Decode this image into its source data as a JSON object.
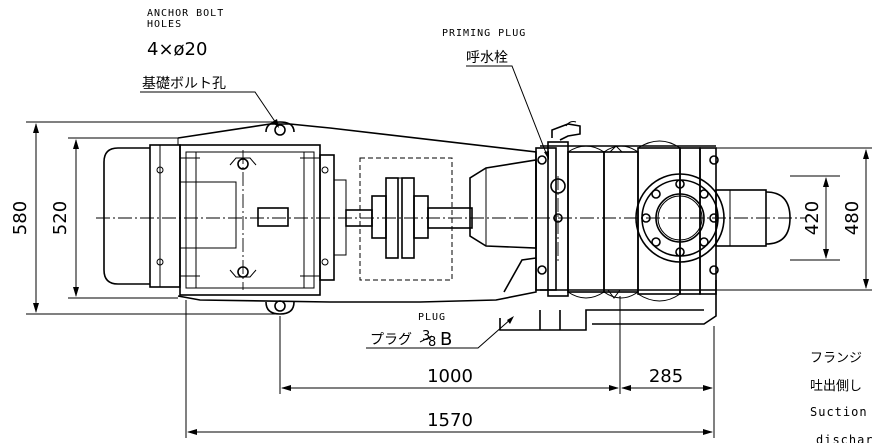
{
  "labels": {
    "anchor_bolt_en_line1": "ANCHOR BOLT",
    "anchor_bolt_en_line2": "HOLES",
    "anchor_bolt_spec": "4×ø20",
    "anchor_bolt_jp": "基礎ボルト孔",
    "priming_plug_en": "PRIMING PLUG",
    "priming_plug_jp": "呼水栓",
    "plug_en": "PLUG",
    "plug_jp": "プラグ",
    "plug_size_num": "3",
    "plug_size_den": "8",
    "plug_size_unit": "B"
  },
  "dimensions": {
    "left_outer": "580",
    "left_inner": "520",
    "right_inner": "420",
    "right_outer": "480",
    "bottom_middle": "1000",
    "bottom_right": "285",
    "bottom_total": "1570"
  },
  "notes": {
    "line1": "フランジ",
    "line2": "吐出側し",
    "line3": "Suction",
    "line4": "dischar"
  }
}
